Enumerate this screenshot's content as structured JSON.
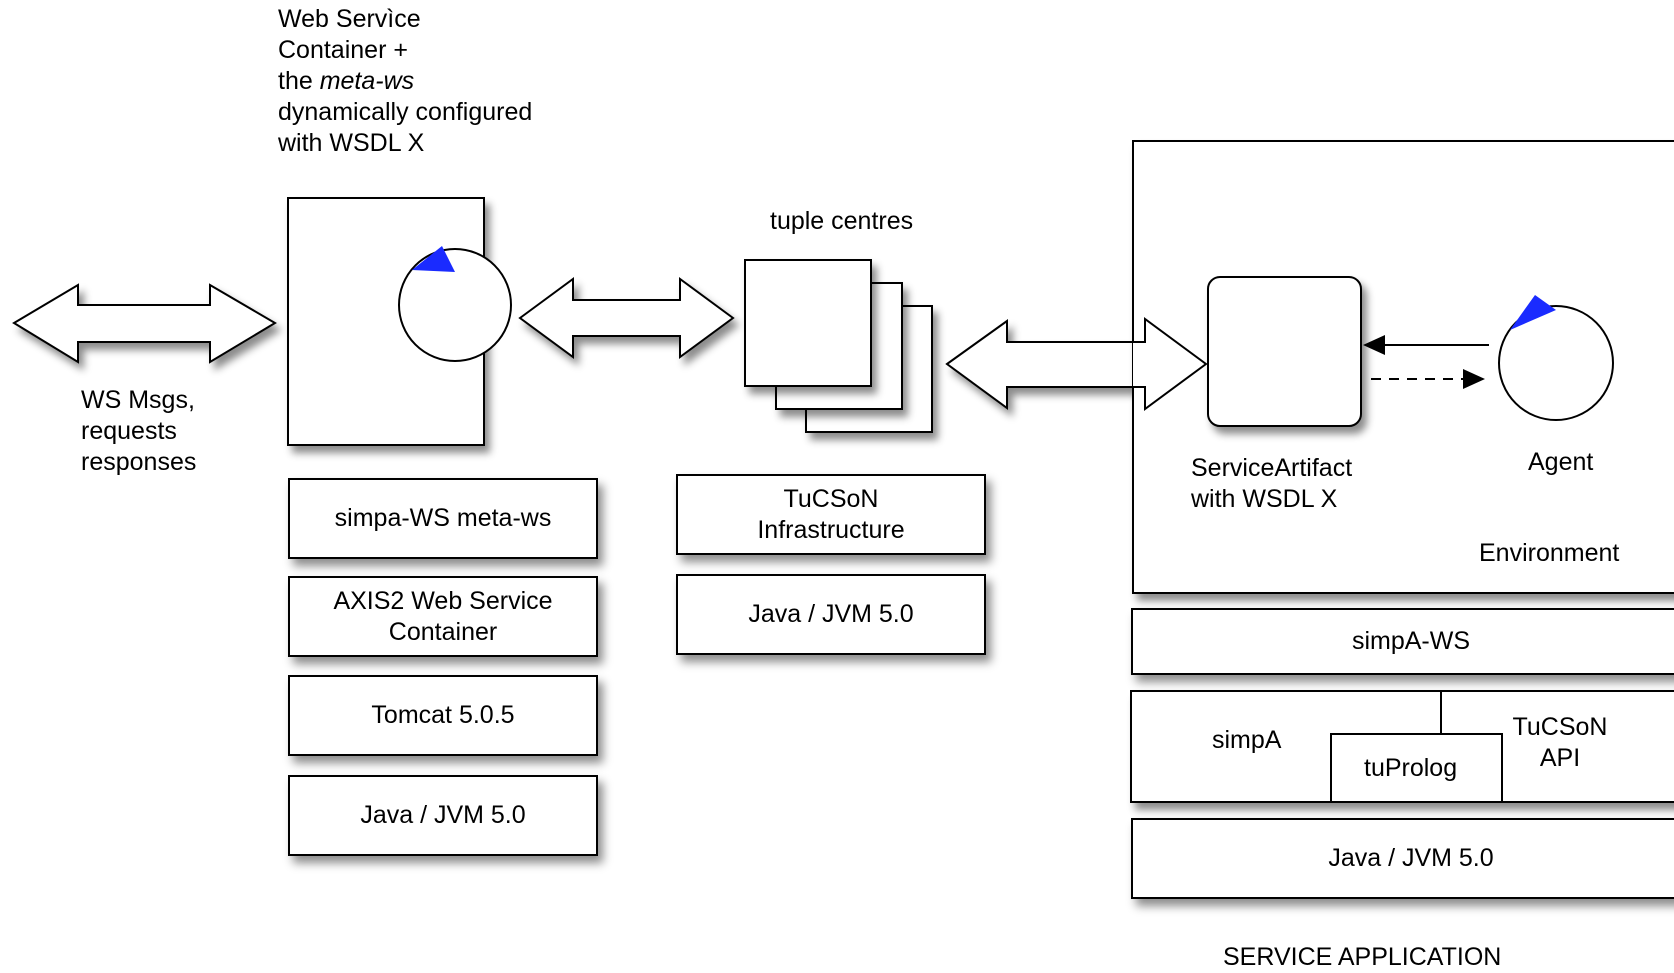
{
  "container_label": {
    "line1": "Web Servìce",
    "line2": "Container +",
    "line3_prefix": "the ",
    "line3_italic": "meta-ws",
    "line4": "dynamically configured",
    "line5": "with  WSDL X"
  },
  "ws_msgs_label": {
    "line1": "WS Msgs,",
    "line2": "requests",
    "line3": "responses"
  },
  "left_stack": {
    "simpa_ws_meta_ws": "simpa-WS meta-ws",
    "axis2_line1": "AXIS2 Web Service",
    "axis2_line2": "Container",
    "tomcat": "Tomcat 5.0.5",
    "java": "Java / JVM 5.0"
  },
  "tuple_centres_label": "tuple centres",
  "middle_stack": {
    "tucson_line1": "TuCSoN",
    "tucson_line2": "Infrastructure",
    "java": "Java / JVM 5.0"
  },
  "environment": {
    "service_artifact_line1": "ServiceArtifact",
    "service_artifact_line2": "with WSDL X",
    "agent": "Agent",
    "environment": "Environment"
  },
  "right_stack": {
    "simpa_ws": "simpA-WS",
    "simpa": "simpA",
    "tuprolog": "tuProlog",
    "tucson_api_line1": "TuCSoN",
    "tucson_api_line2": "API",
    "java": "Java / JVM 5.0"
  },
  "service_application_label": "SERVICE APPLICATION",
  "colors": {
    "accent": "#1a2bff",
    "stroke": "#000000",
    "fill": "#ffffff"
  }
}
